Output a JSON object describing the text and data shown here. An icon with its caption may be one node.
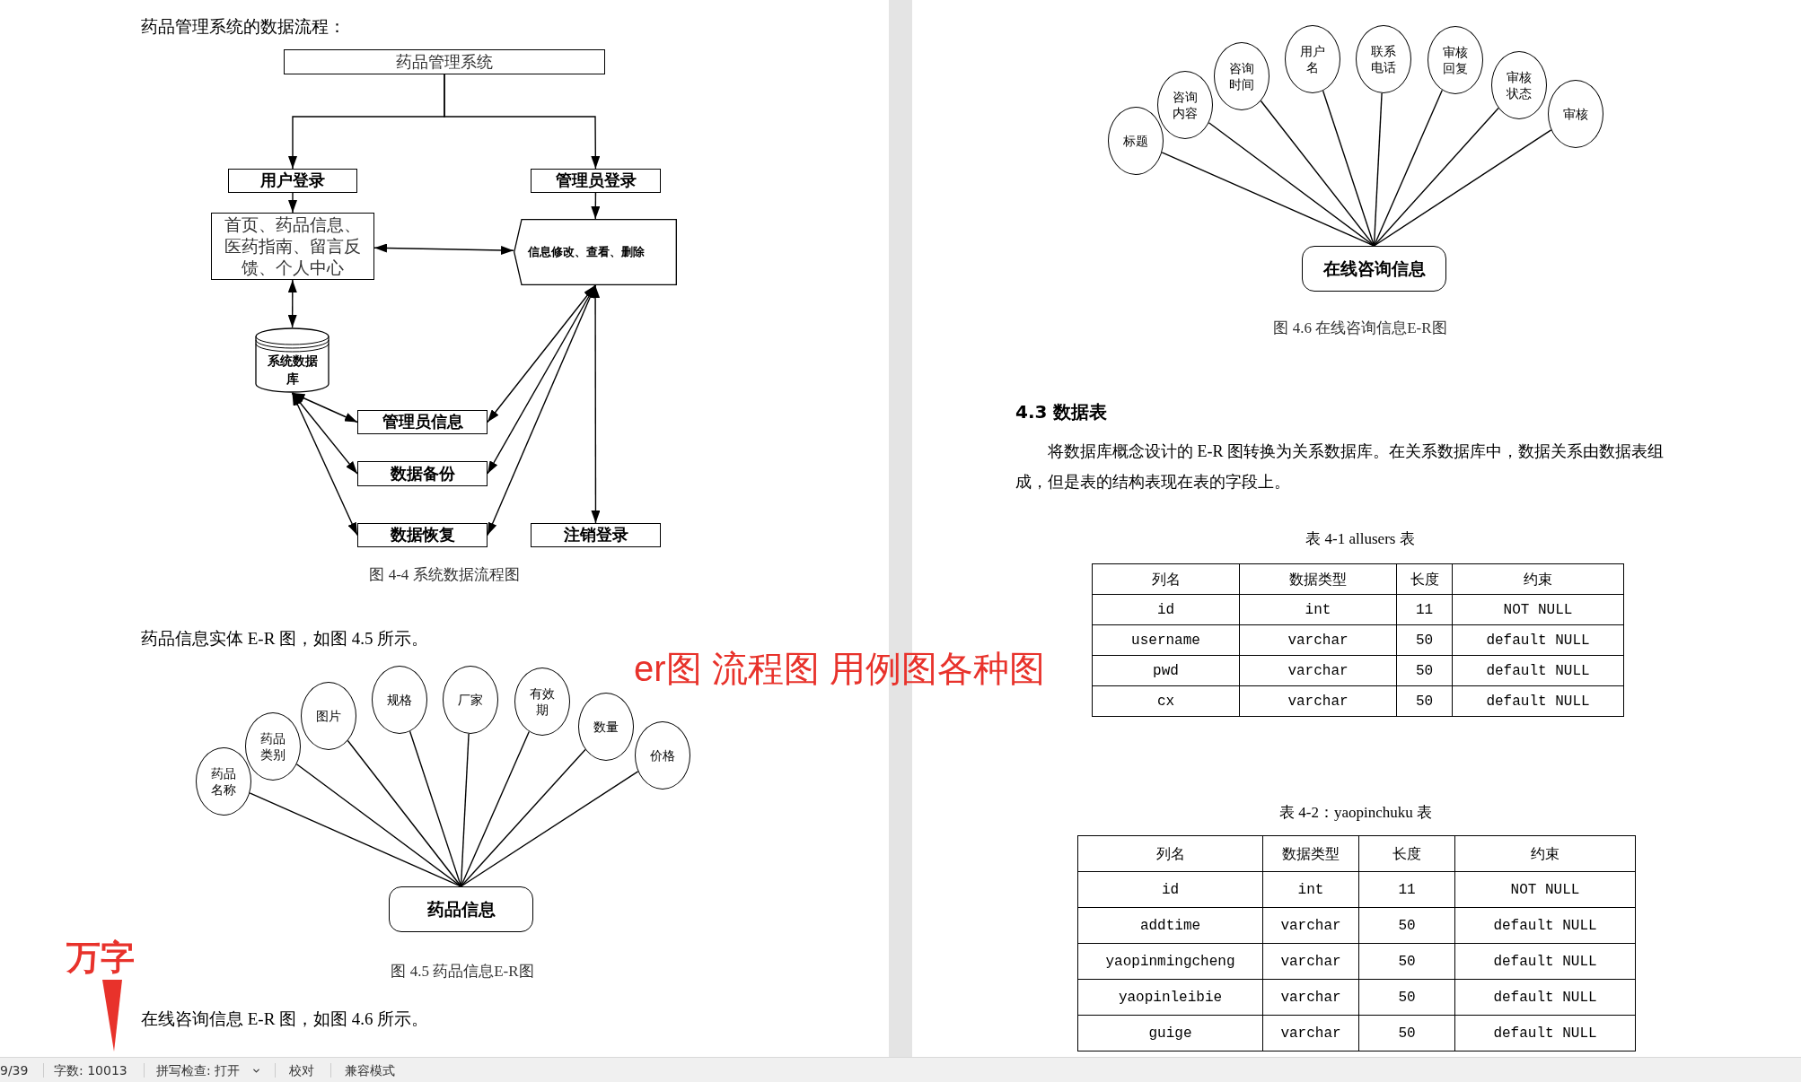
{
  "diagram": {
    "nodes": [
      {
        "text": [
          "药品管理系统"
        ]
      },
      {
        "text": [
          "用户登录"
        ]
      },
      {
        "text": [
          "管理员登录"
        ]
      },
      {
        "text": [
          "首页、药品信息、医药指南、留言反馈、个人中心"
        ]
      },
      {
        "text": [
          "信息修改、查看、删除"
        ]
      },
      {
        "text": [
          "系统数据库"
        ]
      },
      {
        "text": [
          "管理员信息"
        ]
      },
      {
        "text": [
          "数据备份"
        ]
      },
      {
        "text": [
          "数据恢复"
        ]
      },
      {
        "text": [
          "注销登录"
        ]
      },
      {
        "text": [
          "药品名称"
        ]
      },
      {
        "text": [
          "药品类别"
        ]
      },
      {
        "text": [
          "图片"
        ]
      },
      {
        "text": [
          "规格"
        ]
      },
      {
        "text": [
          "厂家"
        ]
      },
      {
        "text": [
          "有效期"
        ]
      },
      {
        "text": [
          "数量"
        ]
      },
      {
        "text": [
          "价格"
        ]
      },
      {
        "text": [
          "药品信息"
        ]
      },
      {
        "text": [
          "标题"
        ]
      },
      {
        "text": [
          "咨询内容"
        ]
      },
      {
        "text": [
          "咨询时间"
        ]
      },
      {
        "text": [
          "用户名"
        ]
      },
      {
        "text": [
          "联系电话"
        ]
      },
      {
        "text": [
          "审核回复"
        ]
      },
      {
        "text": [
          "审核状态"
        ]
      },
      {
        "text": [
          "审核"
        ]
      },
      {
        "text": [
          "在线咨询信息"
        ]
      }
    ],
    "edges": [
      {
        "from": 0,
        "to": 1,
        "arrow": "to"
      },
      {
        "from": 0,
        "to": 2,
        "arrow": "to"
      },
      {
        "from": 1,
        "to": 3,
        "arrow": "to"
      },
      {
        "from": 2,
        "to": 4,
        "arrow": "to"
      },
      {
        "from": 3,
        "to": 4,
        "arrow": "both"
      },
      {
        "from": 3,
        "to": 5,
        "arrow": "both"
      },
      {
        "from": 5,
        "to": 6,
        "arrow": "both"
      },
      {
        "from": 5,
        "to": 7,
        "arrow": "both"
      },
      {
        "from": 5,
        "to": 8,
        "arrow": "both"
      },
      {
        "from": 4,
        "to": 6,
        "arrow": "both"
      },
      {
        "from": 4,
        "to": 7,
        "arrow": "both"
      },
      {
        "from": 4,
        "to": 8,
        "arrow": "both"
      },
      {
        "from": 4,
        "to": 9,
        "arrow": "both"
      },
      {
        "from": 10,
        "to": 18,
        "arrow": "none"
      },
      {
        "from": 11,
        "to": 18,
        "arrow": "none"
      },
      {
        "from": 12,
        "to": 18,
        "arrow": "none"
      },
      {
        "from": 13,
        "to": 18,
        "arrow": "none"
      },
      {
        "from": 14,
        "to": 18,
        "arrow": "none"
      },
      {
        "from": 15,
        "to": 18,
        "arrow": "none"
      },
      {
        "from": 16,
        "to": 18,
        "arrow": "none"
      },
      {
        "from": 17,
        "to": 18,
        "arrow": "none"
      },
      {
        "from": 19,
        "to": 27,
        "arrow": "none"
      },
      {
        "from": 20,
        "to": 27,
        "arrow": "none"
      },
      {
        "from": 21,
        "to": 27,
        "arrow": "none"
      },
      {
        "from": 22,
        "to": 27,
        "arrow": "none"
      },
      {
        "from": 23,
        "to": 27,
        "arrow": "none"
      },
      {
        "from": 24,
        "to": 27,
        "arrow": "none"
      },
      {
        "from": 25,
        "to": 27,
        "arrow": "none"
      },
      {
        "from": 26,
        "to": 27,
        "arrow": "none"
      }
    ],
    "labels": [
      "药品管理系统的数据流程：",
      "图 4-4 系统数据流程图",
      "药品信息实体 E-R 图，如图 4.5 所示。",
      "图 4.5 药品信息E-R图",
      "在线咨询信息 E-R 图，如图 4.6 所示。",
      "图 4.6 在线咨询信息E-R图",
      "4.3 数据表",
      "将数据库概念设计的 E-R 图转换为关系数据库。在关系数据库中，数据关系由数据表组成，但是表的结构表现在表的字段上。",
      "表 4-1 allusers 表",
      "列名",
      "数据类型",
      "长度",
      "约束",
      "id",
      "int",
      "11",
      "NOT NULL",
      "username",
      "varchar",
      "50",
      "default NULL",
      "pwd",
      "varchar",
      "50",
      "default NULL",
      "cx",
      "varchar",
      "50",
      "default NULL",
      "表 4-2：yaopinchuku 表",
      "列名",
      "数据类型",
      "长度",
      "约束",
      "id",
      "int",
      "11",
      "NOT NULL",
      "addtime",
      "varchar",
      "50",
      "default NULL",
      "yaopinmingcheng",
      "varchar",
      "50",
      "default NULL",
      "yaopinleibie",
      "varchar",
      "50",
      "default NULL",
      "guige",
      "varchar",
      "50",
      "default NULL",
      "er图 流程图 用例图各种图",
      "万字",
      "9/39",
      "字数: 10013",
      "拼写检查: 打开",
      "校对",
      "兼容模式"
    ]
  }
}
